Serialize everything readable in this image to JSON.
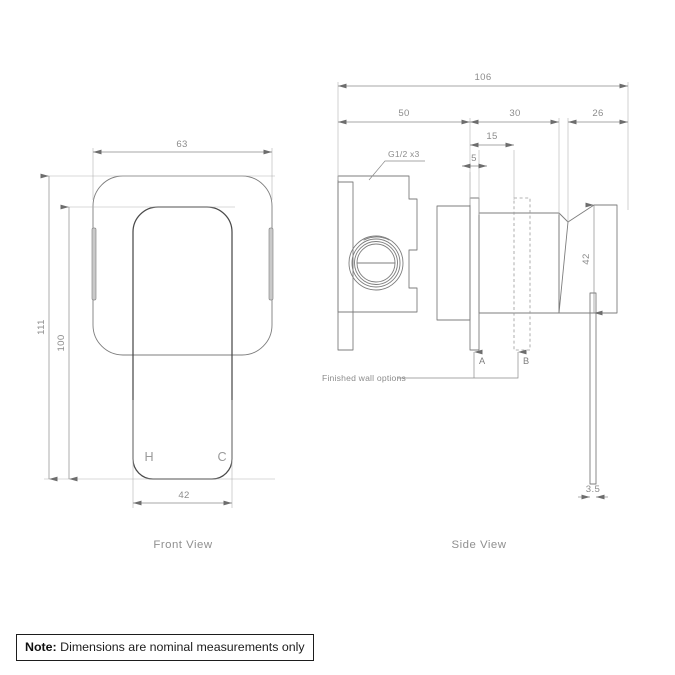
{
  "document": {
    "type": "technical-dimension-drawing",
    "subject": "wall mixer shower valve",
    "units": "mm",
    "background_color": "#ffffff",
    "line_color": "#7d7d7d",
    "text_color": "#8c8c8c"
  },
  "views": {
    "front": {
      "label": "Front View",
      "dimensions": {
        "plate_width": "63",
        "overall_height": "111",
        "handle_height": "100",
        "handle_width": "42"
      },
      "markings": {
        "hot": "H",
        "cold": "C"
      }
    },
    "side": {
      "label": "Side View",
      "dimensions": {
        "overall_length": "106",
        "body_length": "50",
        "mid_length": "30",
        "handle_length": "26",
        "spindle_length": "15",
        "plate_thickness": "5",
        "handle_diameter": "42",
        "wall_plate_thickness": "3.5"
      },
      "annotations": {
        "thread": "G1/2 x3",
        "finished_wall": "Finished wall options",
        "wall_option_a": "A",
        "wall_option_b": "B"
      }
    }
  },
  "note": {
    "prefix": "Note:",
    "text": "Dimensions are nominal measurements only"
  }
}
